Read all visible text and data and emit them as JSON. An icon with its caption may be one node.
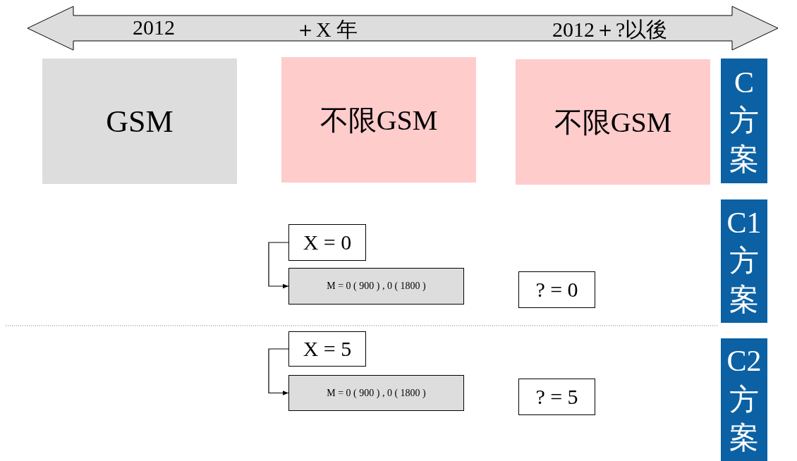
{
  "diagram": {
    "nodes": [
      {
        "text": [
          "2012",
          "＋X 年",
          "2012＋?以後"
        ]
      },
      {
        "text": [
          "GSM"
        ]
      },
      {
        "text": [
          "不限GSM"
        ]
      },
      {
        "text": [
          "不限GSM"
        ]
      },
      {
        "text": [
          "C方案"
        ]
      },
      {
        "text": [
          "C1方案"
        ]
      },
      {
        "text": [
          "C2方案"
        ]
      },
      {
        "text": [
          "X = 0"
        ]
      },
      {
        "text": [
          "M = 0 ( 900 ) , 0 ( 1800 )"
        ]
      },
      {
        "text": [
          "? = 0"
        ]
      },
      {
        "text": [
          "X = 5"
        ]
      },
      {
        "text": [
          "M = 0 ( 900 ) , 0 ( 1800 )"
        ]
      },
      {
        "text": [
          "? = 5"
        ]
      }
    ],
    "edges": [
      {
        "from": 7,
        "to": 8,
        "arrow": "to"
      },
      {
        "from": 10,
        "to": 11,
        "arrow": "to"
      }
    ]
  }
}
